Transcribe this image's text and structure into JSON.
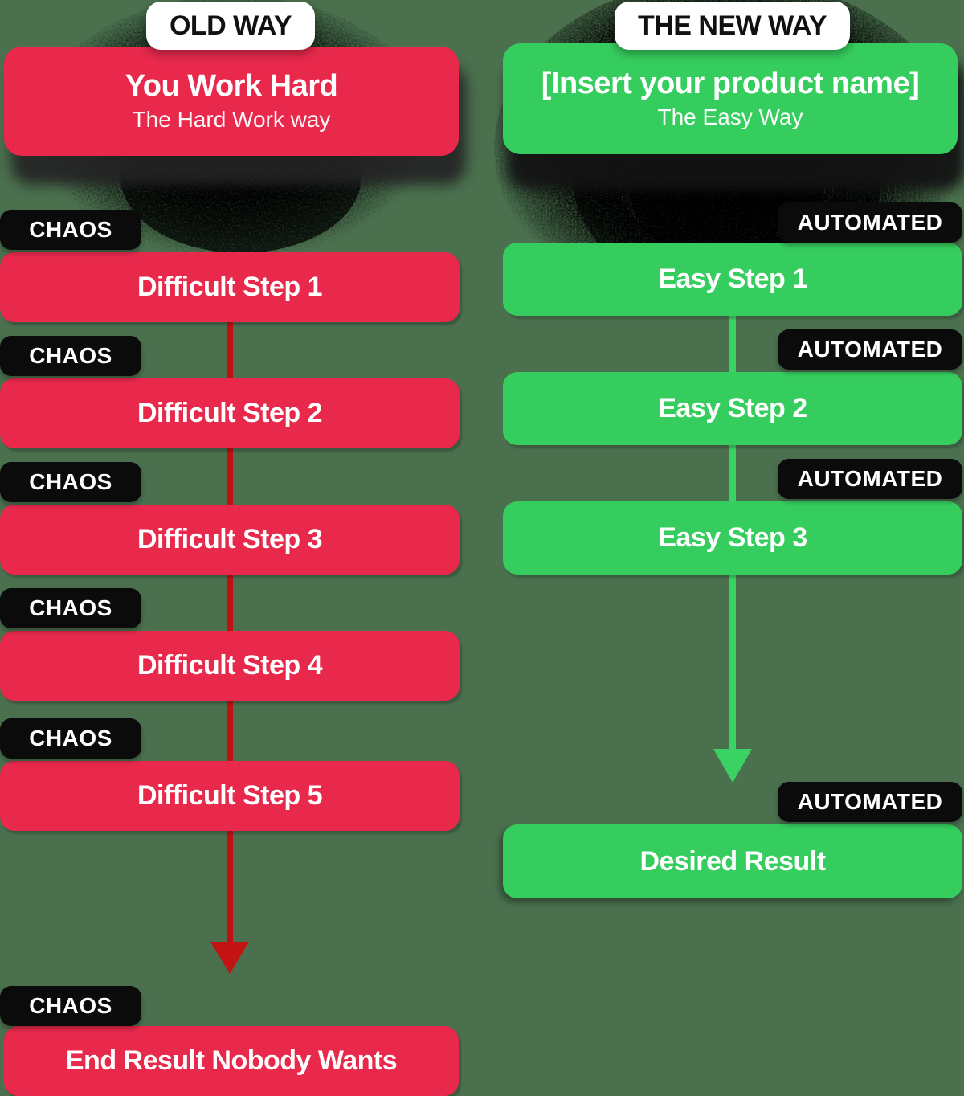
{
  "colors": {
    "background": "#4A704E",
    "old_accent": "#E8294C",
    "new_accent": "#35CE5E",
    "old_arrow": "#C01012",
    "new_arrow": "#3AD263",
    "badge_background": "#0B0B0B",
    "pill_background": "#FFFFFF",
    "pill_text": "#111111",
    "text_on_accent": "#FFFFFF"
  },
  "old_way": {
    "pill_label": "OLD WAY",
    "header": {
      "title": "You Work Hard",
      "subtitle": "The Hard Work way"
    },
    "badge_label": "CHAOS",
    "steps": [
      "Difficult Step 1",
      "Difficult Step 2",
      "Difficult Step 3",
      "Difficult Step 4",
      "Difficult Step 5"
    ],
    "result_label": "End Result Nobody Wants"
  },
  "new_way": {
    "pill_label": "THE NEW WAY",
    "header": {
      "title": "[Insert your product name]",
      "subtitle": "The Easy Way"
    },
    "badge_label": "AUTOMATED",
    "steps": [
      "Easy Step 1",
      "Easy Step 2",
      "Easy Step 3"
    ],
    "result_label": "Desired Result"
  }
}
